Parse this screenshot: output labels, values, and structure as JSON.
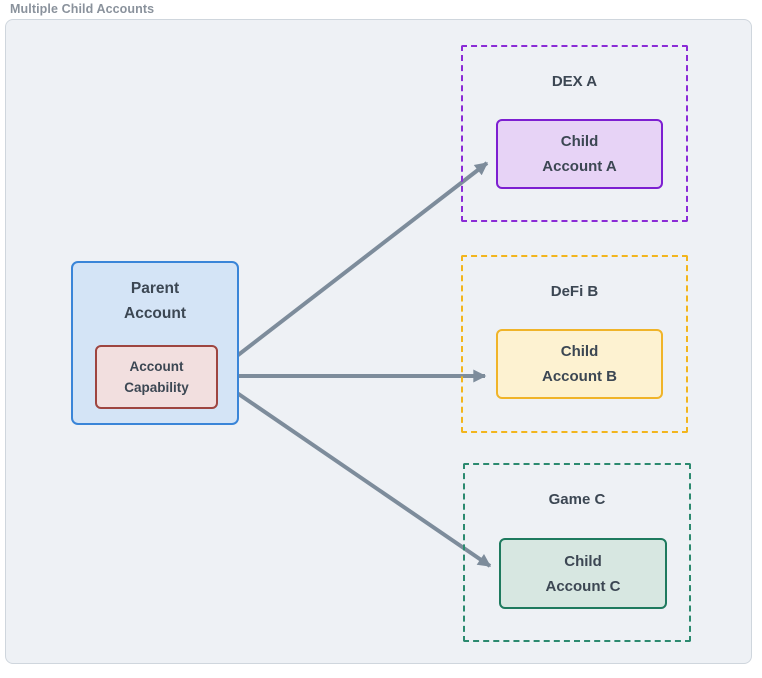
{
  "title": "Multiple Child Accounts",
  "parent": {
    "label": "Parent\nAccount",
    "capability_label": "Account\nCapability"
  },
  "groups": [
    {
      "label": "DEX A",
      "child_label": "Child\nAccount A",
      "accent": "#8b2bd6",
      "child_fill": "#e7d3f6",
      "child_border": "#7d1fd1"
    },
    {
      "label": "DeFi B",
      "child_label": "Child\nAccount B",
      "accent": "#f2b51d",
      "child_fill": "#fdf2d1",
      "child_border": "#f0b429"
    },
    {
      "label": "Game C",
      "child_label": "Child\nAccount C",
      "accent": "#2b8a6f",
      "child_fill": "#d7e7e1",
      "child_border": "#1e7a5e"
    }
  ],
  "colors": {
    "frame_background": "#eef1f5",
    "frame_border": "#cfd6dd",
    "parent_fill": "#d4e4f6",
    "parent_border": "#3a85d8",
    "capability_fill": "#f2dfdf",
    "capability_border": "#9e4540",
    "arrow": "#7d8c9b",
    "text": "#3c4753",
    "title_text": "#8a929c"
  }
}
